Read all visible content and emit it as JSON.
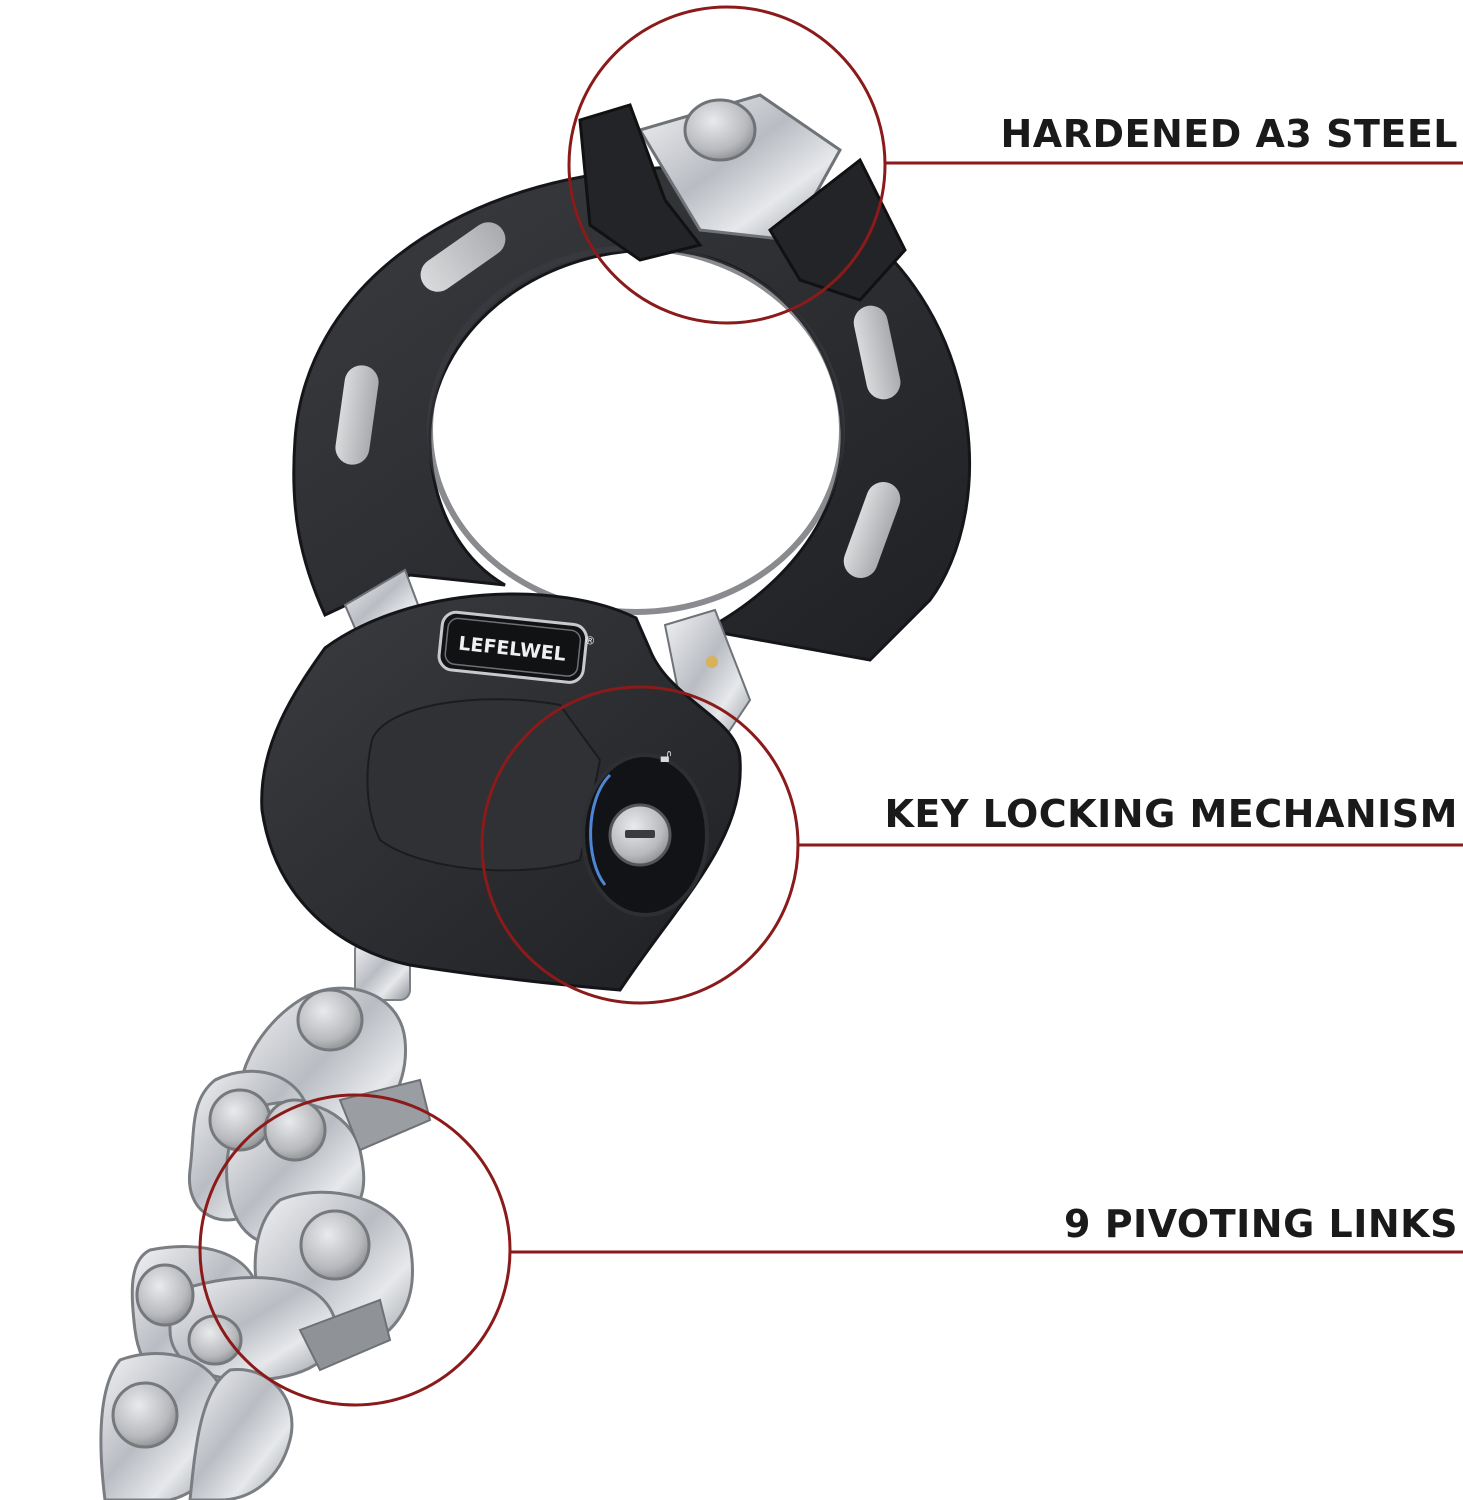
{
  "brand": {
    "logo_text": "LEFELWEL",
    "trademark": "®"
  },
  "callouts": [
    {
      "id": "steel",
      "label": "HARDENED A3 STEEL"
    },
    {
      "id": "key",
      "label": "KEY LOCKING MECHANISM"
    },
    {
      "id": "links",
      "label": "9 PIVOTING LINKS"
    }
  ],
  "colors": {
    "accent_red": "#8b1a1a",
    "lock_body": "#2b2d30",
    "chrome": "#c9ccd1",
    "label_text": "#1a1a1a",
    "background": "#ffffff"
  }
}
